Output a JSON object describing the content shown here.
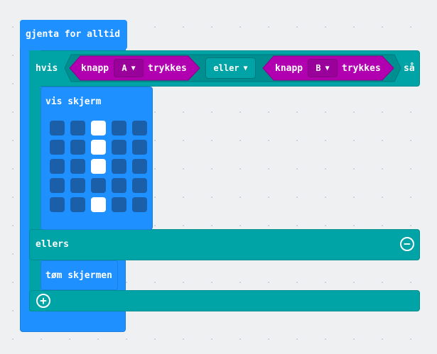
{
  "forever": {
    "label": "gjenta for alltid"
  },
  "if_block": {
    "if_label": "hvis",
    "then_label": "så",
    "else_label": "ellers",
    "condition_left": {
      "prefix": "knapp",
      "button": "A",
      "suffix": "trykkes"
    },
    "operator": "eller",
    "condition_right": {
      "prefix": "knapp",
      "button": "B",
      "suffix": "trykkes"
    },
    "remove_icon": "−",
    "add_icon": "+"
  },
  "show_screen": {
    "label": "vis skjerm",
    "leds": [
      [
        0,
        0,
        1,
        0,
        0
      ],
      [
        0,
        0,
        1,
        0,
        0
      ],
      [
        0,
        0,
        1,
        0,
        0
      ],
      [
        0,
        0,
        0,
        0,
        0
      ],
      [
        0,
        0,
        1,
        0,
        0
      ]
    ]
  },
  "clear_screen": {
    "label": "tøm skjermen"
  },
  "colors": {
    "loops": "#1e90ff",
    "logic": "#00a4a6",
    "input": "#b000b0",
    "led_on": "#ffffff",
    "led_off": "#1a5fa8"
  }
}
